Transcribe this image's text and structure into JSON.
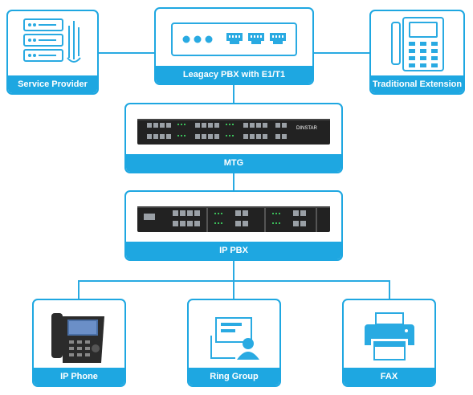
{
  "nodes": {
    "service_provider": {
      "label": "Service Provider",
      "icon": "server-rack-icon"
    },
    "legacy_pbx": {
      "label": "Leagacy PBX with E1/T1",
      "icon": "pbx-ports-icon"
    },
    "traditional_extension": {
      "label": "Traditional  Extension",
      "icon": "desk-phone-icon"
    },
    "mtg": {
      "label": "MTG",
      "icon": "mtg-gateway-device",
      "brand": "DINSTAR"
    },
    "ip_pbx": {
      "label": "IP PBX",
      "icon": "ip-pbx-device"
    },
    "ip_phone": {
      "label": "IP Phone",
      "icon": "ip-phone-icon"
    },
    "ring_group": {
      "label": "Ring Group",
      "icon": "ring-group-icon"
    },
    "fax": {
      "label": "FAX",
      "icon": "fax-printer-icon"
    }
  },
  "colors": {
    "accent": "#1ea7e1",
    "device": "#222222"
  }
}
